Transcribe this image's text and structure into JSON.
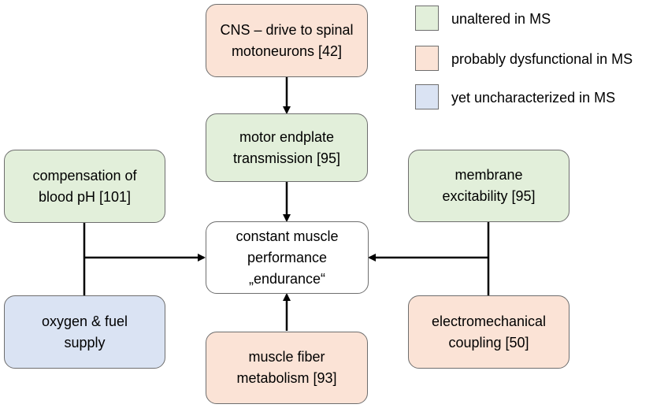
{
  "colors": {
    "unaltered": "#e2efda",
    "dysfunctional": "#fbe3d6",
    "uncharacterized": "#dae3f3",
    "center": "#ffffff",
    "border": "#6e6e6e",
    "line": "#000000"
  },
  "legend": [
    {
      "key": "unaltered",
      "label": "unaltered in MS"
    },
    {
      "key": "dysfunctional",
      "label": "probably dysfunctional in MS"
    },
    {
      "key": "uncharacterized",
      "label": "yet uncharacterized in MS"
    }
  ],
  "nodes": {
    "cns": {
      "lines": [
        "CNS – drive to spinal",
        "motoneurons [42]"
      ],
      "status": "dysfunctional"
    },
    "endplate": {
      "lines": [
        "motor endplate",
        "transmission [95]"
      ],
      "status": "unaltered"
    },
    "blood_ph": {
      "lines": [
        "compensation of",
        "blood pH [101]"
      ],
      "status": "unaltered"
    },
    "membrane": {
      "lines": [
        "membrane",
        "excitability [95]"
      ],
      "status": "unaltered"
    },
    "center": {
      "lines": [
        "constant muscle",
        "performance",
        "„endurance“"
      ],
      "status": "center"
    },
    "oxygen": {
      "lines": [
        "oxygen & fuel",
        "supply"
      ],
      "status": "uncharacterized"
    },
    "ecc": {
      "lines": [
        "electromechanical",
        "coupling [50]"
      ],
      "status": "dysfunctional"
    },
    "fiber": {
      "lines": [
        "muscle fiber",
        "metabolism [93]"
      ],
      "status": "dysfunctional"
    }
  }
}
